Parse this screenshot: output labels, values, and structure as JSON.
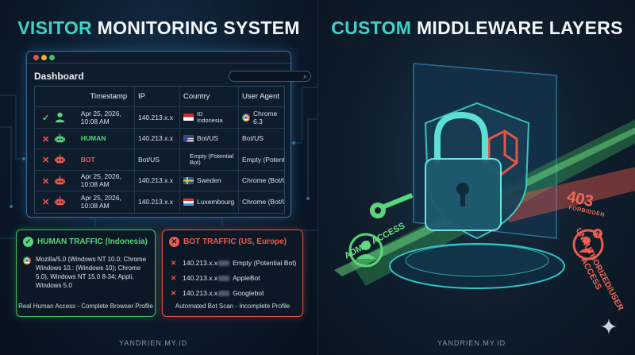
{
  "left": {
    "title_accent": "VISITOR",
    "title_rest": " MONITORING SYSTEM",
    "dashboard": {
      "title": "Dashboard",
      "columns": [
        "Timestamp",
        "IP",
        "Country",
        "User Agent"
      ],
      "rows": [
        {
          "mark": "✓",
          "type": "human",
          "timestamp": "Apr 25, 2026, 10:08 AM",
          "ip": "140.213.x.x",
          "country": "ID Indonesia",
          "user_agent": "Chrome 6.3"
        },
        {
          "mark": "✕",
          "type": "bot-green",
          "timestamp": "HUMAN",
          "ip": "140.213.x.x",
          "country": "Bot/US",
          "user_agent": "Bot/US"
        },
        {
          "mark": "✕",
          "type": "bot-red",
          "timestamp": "BOT",
          "ip": "Bot/US",
          "country": "Empty (Potential Bot)",
          "user_agent": "Empty (Potential"
        },
        {
          "mark": "✕",
          "type": "bot-red",
          "timestamp": "Apr 25, 2026, 10:08 AM",
          "ip": "140.213.x.x",
          "country": "Sweden",
          "user_agent": "Chrome (Bot/US"
        },
        {
          "mark": "✕",
          "type": "bot-red",
          "timestamp": "Apr 25, 2026, 10:08 AM",
          "ip": "140.213.x.x",
          "country": "Luxembourg",
          "user_agent": "Chrome (Bot/US"
        }
      ]
    },
    "human_card": {
      "title": "HUMAN TRAFFIC (Indonesia)",
      "ua": "Mozilla/5.0 (Windows NT 10.0; Chrome Windows 10.: (Windows 10); Chrome 5.0), Windows NT 15.0 8-34; Appli, Windows 5.0",
      "footer": "Real Human Access - Complete Browser Profile"
    },
    "bot_card": {
      "title": "BOT TRAFFIC (US, Europe)",
      "lines": [
        {
          "ip": "140.213.x.x",
          "agent": "Empty (Potential Bot)"
        },
        {
          "ip": "140.213.x.x",
          "agent": "AppleBot"
        },
        {
          "ip": "140.213.x.x",
          "agent": "Googlebot"
        }
      ],
      "footer": "Automated Bot Scan - Incomplete Profile"
    },
    "watermark": "YANDRIEN.MY.ID"
  },
  "right": {
    "title_accent": "CUSTOM",
    "title_rest": " MIDDLEWARE LAYERS",
    "admin_label": "ADMIN ACCESS",
    "code": "403",
    "code_text": "FORBIDDEN",
    "unauth_label": "UNAUTHORIZED/USER ACCESS",
    "watermark": "YANDRIEN.MY.ID"
  },
  "colors": {
    "accent": "#3fd2c7",
    "human": "#59d67a",
    "bot": "#ef5a4e",
    "window_border": "#3a6d9a"
  },
  "icons": [
    "check-icon",
    "cross-icon",
    "user-icon",
    "robot-icon",
    "chrome-icon",
    "search-icon",
    "shield-icon",
    "padlock-icon",
    "key-icon",
    "sparkle-icon"
  ]
}
